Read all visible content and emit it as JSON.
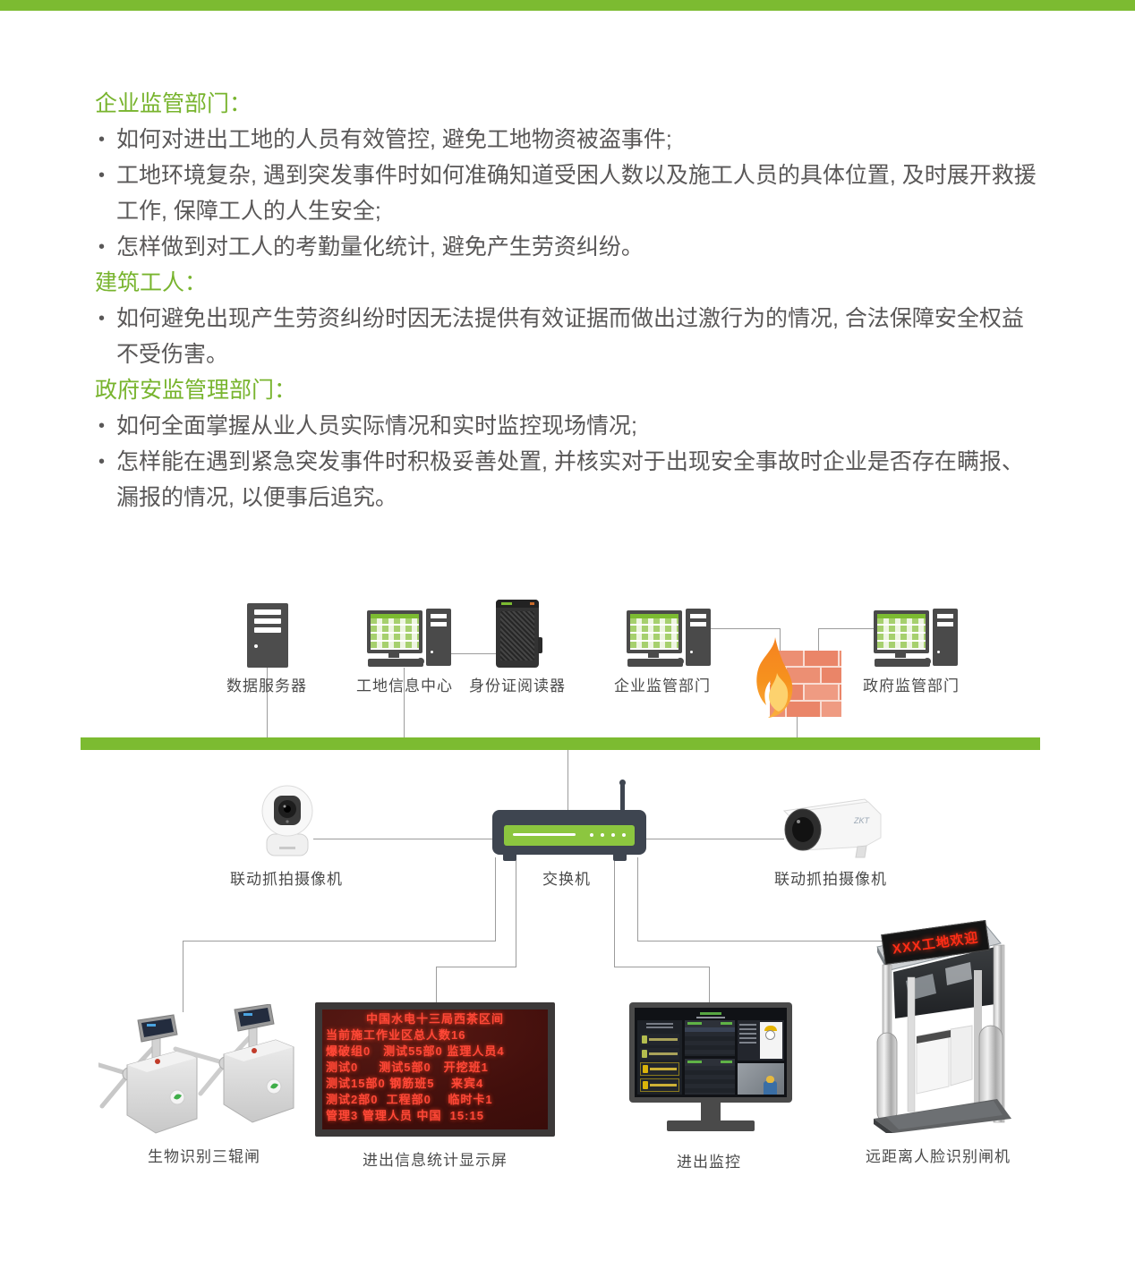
{
  "colors": {
    "accent_green": "#78b42e",
    "bus_green": "#7cbb31",
    "body_text": "#595757"
  },
  "sections": [
    {
      "heading": "企业监管部门：",
      "bullets": [
        "如何对进出工地的人员有效管控, 避免工地物资被盗事件;",
        "工地环境复杂, 遇到突发事件时如何准确知道受困人数以及施工人员的具体位置, 及时展开救援工作, 保障工人的人生安全;",
        "怎样做到对工人的考勤量化统计, 避免产生劳资纠纷。"
      ]
    },
    {
      "heading": "建筑工人：",
      "bullets": [
        "如何避免出现产生劳资纠纷时因无法提供有效证据而做出过激行为的情况, 合法保障安全权益不受伤害。"
      ]
    },
    {
      "heading": "政府安监管理部门：",
      "bullets": [
        "如何全面掌握从业人员实际情况和实时监控现场情况;",
        "怎样能在遇到紧急突发事件时积极妥善处置, 并核实对于出现安全事故时企业是否存在瞒报、漏报的情况, 以便事后追究。"
      ]
    }
  ],
  "diagram": {
    "labels": {
      "data_server": "数据服务器",
      "site_info_center": "工地信息中心",
      "id_reader": "身份证阅读器",
      "enterprise_dept": "企业监管部门",
      "government_dept": "政府监管部门",
      "camera_left": "联动抓拍摄像机",
      "switch": "交换机",
      "camera_right": "联动抓拍摄像机",
      "turnstile": "生物识别三辊闸",
      "led_display": "进出信息统计显示屏",
      "entry_monitor": "进出监控",
      "face_gate": "远距离人脸识别闸机"
    },
    "led_screen": {
      "lines": [
        "中国水电十三局西茶区间",
        "当前施工作业区总人数16",
        "爆破组0   测试55部0 监理人员4",
        "测试0     测试5部0   开挖班1",
        "测试15部0 钢筋班5    来宾4",
        "测试2部0  工程部0    临时卡1",
        "管理3 管理人员 中国  15:15"
      ]
    },
    "gate_sign": "XXX工地欢迎",
    "camera_brand": "ZKT"
  }
}
